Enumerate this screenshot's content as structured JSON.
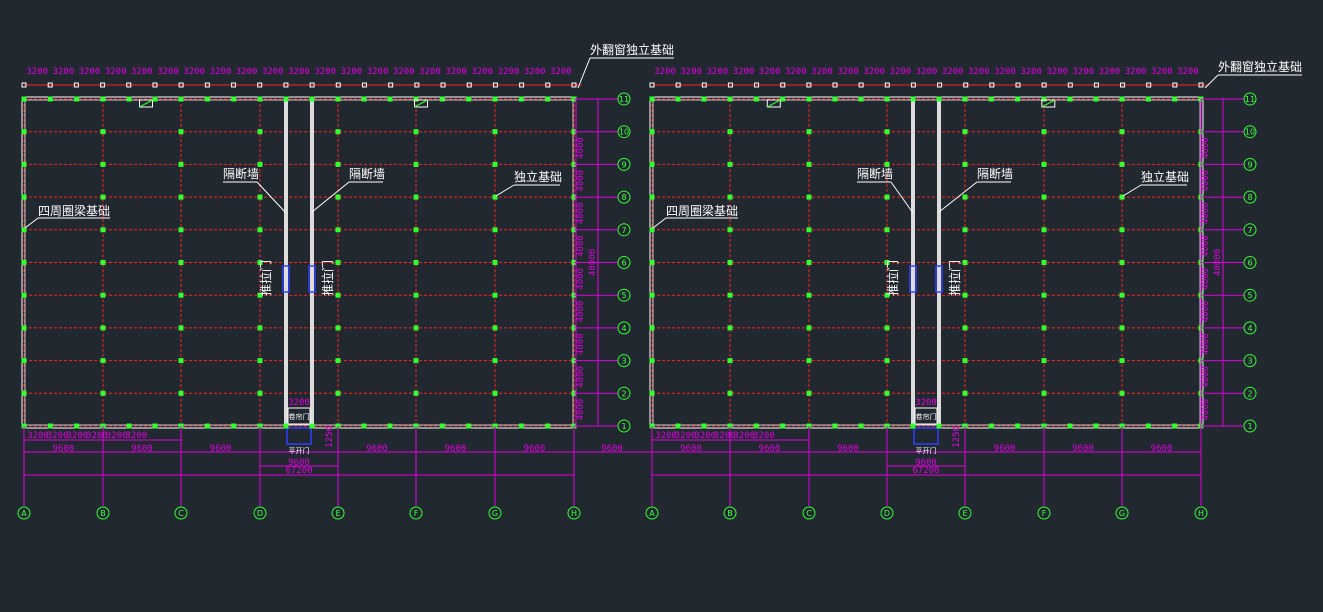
{
  "drawing": {
    "plans": [
      {
        "id": "left",
        "labels": {
          "window_foundation": "外翻窗独立基础",
          "ring_beam": "四周圈梁基础",
          "partition_1": "隔断墙",
          "partition_2": "隔断墙",
          "independent": "独立基础",
          "sliding_door_1": "推拉门",
          "sliding_door_2": "推拉门",
          "roll_door": "卷帘门",
          "flat_door": "平开门"
        },
        "top_dims": [
          "3200",
          "3200",
          "3200",
          "3200",
          "3200",
          "3200",
          "3200",
          "3200",
          "3200",
          "3200",
          "3200",
          "3200",
          "3200",
          "3200",
          "3200",
          "3200",
          "3200",
          "3200",
          "3200",
          "3200",
          "3200"
        ],
        "bottom_small_dims": [
          "3200",
          "3200",
          "3200",
          "3200",
          "3200",
          "3200"
        ],
        "bay_dims": [
          "9600",
          "9600",
          "9600",
          "9600",
          "9600",
          "9600",
          "9600"
        ],
        "total": "67200",
        "door_dim_top": "3200",
        "door_dim_bottom": "9600",
        "side_dim": "1250",
        "right_dims": [
          "4000",
          "4000",
          "4000",
          "4000",
          "4000",
          "4000",
          "4000",
          "4000",
          "4000"
        ],
        "right_total": "40000",
        "x_axes": [
          "A",
          "B",
          "C",
          "D",
          "E",
          "F",
          "G",
          "H"
        ],
        "y_axes": [
          "1",
          "2",
          "3",
          "4",
          "5",
          "6",
          "7",
          "8",
          "9",
          "10",
          "11"
        ]
      },
      {
        "id": "right",
        "labels": {
          "window_foundation": "外翻窗独立基础",
          "ring_beam": "四周圈梁基础",
          "partition_1": "隔断墙",
          "partition_2": "隔断墙",
          "independent": "独立基础",
          "sliding_door_1": "推拉门",
          "sliding_door_2": "推拉门",
          "roll_door": "卷帘门",
          "flat_door": "平开门"
        },
        "top_dims": [
          "3200",
          "3200",
          "3200",
          "3200",
          "3200",
          "3200",
          "3200",
          "3200",
          "3200",
          "3200",
          "3200",
          "3200",
          "3200",
          "3200",
          "3200",
          "3200",
          "3200",
          "3200",
          "3200",
          "3200",
          "3200"
        ],
        "bottom_small_dims": [
          "3200",
          "3200",
          "3200",
          "3200",
          "3200",
          "3200"
        ],
        "bay_dims": [
          "9600",
          "9600",
          "9600",
          "9600",
          "9600",
          "9600"
        ],
        "total": "67200",
        "door_dim_top": "3200",
        "door_dim_bottom": "9600",
        "side_dim": "1250",
        "right_dims": [
          "4000",
          "4000",
          "4000",
          "4000",
          "4000",
          "4000",
          "4000",
          "4000",
          "4000"
        ],
        "right_total": "40000",
        "x_axes": [
          "A",
          "B",
          "C",
          "D",
          "E",
          "F",
          "G",
          "H"
        ],
        "y_axes": [
          "1",
          "2",
          "3",
          "4",
          "5",
          "6",
          "7",
          "8",
          "9",
          "10",
          "11"
        ]
      }
    ],
    "colors": {
      "background": "#212830",
      "grid_red": "#ff2020",
      "dimension": "#e000e0",
      "node_green": "#30ff30",
      "wall_white": "#ffffff",
      "door_blue": "#3040ff"
    }
  }
}
